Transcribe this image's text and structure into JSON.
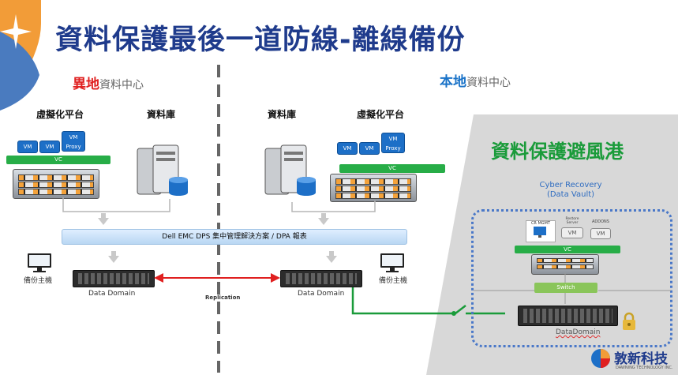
{
  "title": "資料保護最後一道防線-離線備份",
  "left_site": {
    "highlight": "異地",
    "rest": "資料中心",
    "highlight_color": "#e02020"
  },
  "right_site": {
    "highlight": "本地",
    "rest": "資料中心",
    "highlight_color": "#1a73c8"
  },
  "left": {
    "virtualization_label": "虛擬化平台",
    "database_label": "資料庫",
    "vm_labels": [
      "VM",
      "VM"
    ],
    "vm_proxy": "VM Proxy",
    "vc": "VC",
    "backup_host": "備份主機",
    "data_domain": "Data Domain"
  },
  "right": {
    "virtualization_label": "虛擬化平台",
    "database_label": "資料庫",
    "vm_labels": [
      "VM",
      "VM"
    ],
    "vm_proxy": "VM Proxy",
    "vc": "VC",
    "backup_host": "備份主機",
    "data_domain": "Data Domain"
  },
  "dps_bar": "Dell EMC DPS 集中管理解決方案 / DPA 報表",
  "replication": "Replication",
  "vault": {
    "heading": "資料保護避風港",
    "title_line1": "Cyber Recovery",
    "title_line2": "(Data Vault)",
    "cr_mgmt": "CR MGMT",
    "restore_server": "Restore Server",
    "addons": "ADDONS",
    "vm": "VM",
    "vc": "VC",
    "switch": "Switch",
    "datadomain": "DataDomain"
  },
  "logo": {
    "name": "敦新科技",
    "sub": "DAWNING TECHNOLOGY INC."
  },
  "colors": {
    "title": "#1f3b8c",
    "vault_heading": "#1a9b3a",
    "replication_arrow": "#e02020",
    "airgap_line": "#1a9b3a",
    "vault_border": "#4a78c8"
  }
}
